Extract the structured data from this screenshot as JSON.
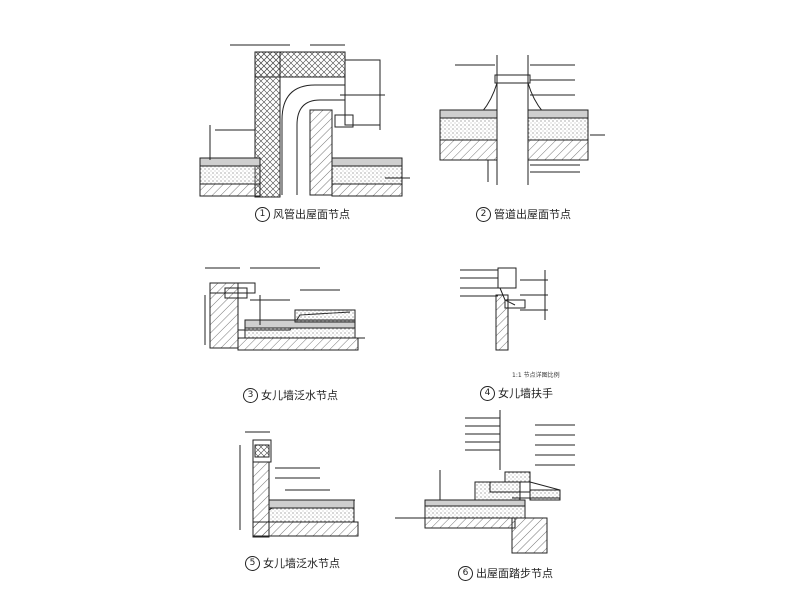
{
  "details": [
    {
      "num": "1",
      "label": "风管出屋面节点"
    },
    {
      "num": "2",
      "label": "管道出屋面节点"
    },
    {
      "num": "3",
      "label": "女儿墙泛水节点"
    },
    {
      "num": "4",
      "label": "女儿墙扶手"
    },
    {
      "num": "5",
      "label": "女儿墙泛水节点"
    },
    {
      "num": "6",
      "label": "出屋面踏步节点"
    }
  ],
  "detail4_note": "1:1 节点详图比例",
  "colors": {
    "line": "#222222",
    "hatch": "#555555",
    "fill_gray": "#cfcfcf",
    "fill_dots": "#9a9a9a"
  }
}
